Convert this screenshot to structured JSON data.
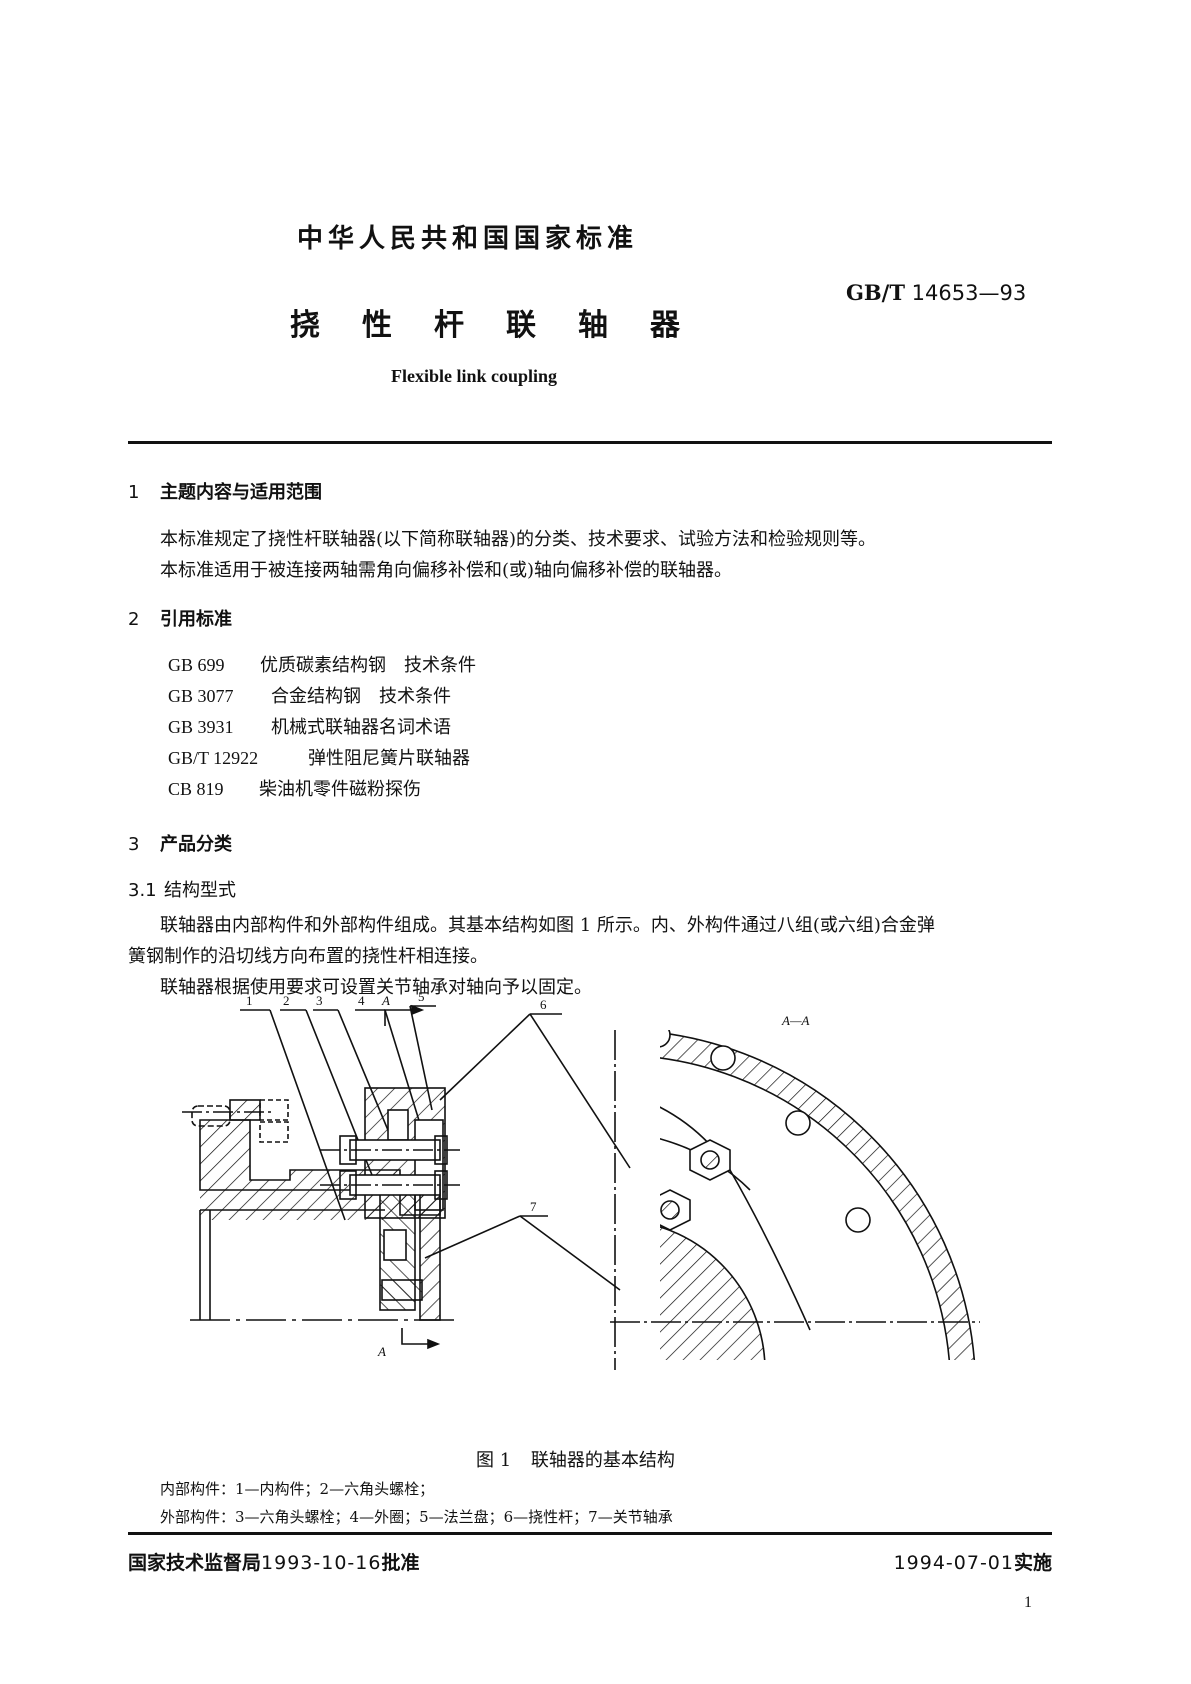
{
  "header": {
    "standard_label": "中华人民共和国国家标准",
    "standard_code_prefix": "GB/T",
    "standard_code_number": "14653—93",
    "title_cn": "挠性杆联轴器",
    "title_en": "Flexible link coupling"
  },
  "sections": [
    {
      "number": "1",
      "title": "主题内容与适用范围",
      "paragraphs": [
        "本标准规定了挠性杆联轴器(以下简称联轴器)的分类、技术要求、试验方法和检验规则等。",
        "本标准适用于被连接两轴需角向偏移补偿和(或)轴向偏移补偿的联轴器。"
      ]
    },
    {
      "number": "2",
      "title": "引用标准",
      "references": [
        {
          "code": "GB 699",
          "name": "优质碳素结构钢　技术条件"
        },
        {
          "code": "GB 3077",
          "name": "合金结构钢　技术条件"
        },
        {
          "code": "GB 3931",
          "name": "机械式联轴器名词术语"
        },
        {
          "code": "GB/T 12922",
          "name": "弹性阻尼簧片联轴器"
        },
        {
          "code": "CB 819",
          "name": "柴油机零件磁粉探伤"
        }
      ]
    },
    {
      "number": "3",
      "title": "产品分类",
      "subsections": [
        {
          "number": "3.1",
          "title": "结构型式",
          "paragraphs": [
            "联轴器由内部构件和外部构件组成。其基本结构如图 1 所示。内、外构件通过八组(或六组)合金弹",
            "簧钢制作的沿切线方向布置的挠性杆相连接。",
            "联轴器根据使用要求可设置关节轴承对轴向予以固定。"
          ]
        }
      ]
    }
  ],
  "figure": {
    "number_label": "图 1",
    "caption": "联轴器的基本结构",
    "section_view_label": "A—A",
    "section_mark": "A",
    "callouts": [
      "1",
      "2",
      "3",
      "4",
      "5",
      "6",
      "7"
    ],
    "legend_inner": "内部构件：1—内构件；2—六角头螺栓；",
    "legend_outer": "外部构件：3—六角头螺栓；4—外圈；5—法兰盘；6—挠性杆；7—关节轴承"
  },
  "footer": {
    "approval_org": "国家技术监督局",
    "approval_date": "1993-10-16",
    "approval_suffix": "批准",
    "effective_date": "1994-07-01",
    "effective_suffix": "实施",
    "page_number": "1"
  }
}
